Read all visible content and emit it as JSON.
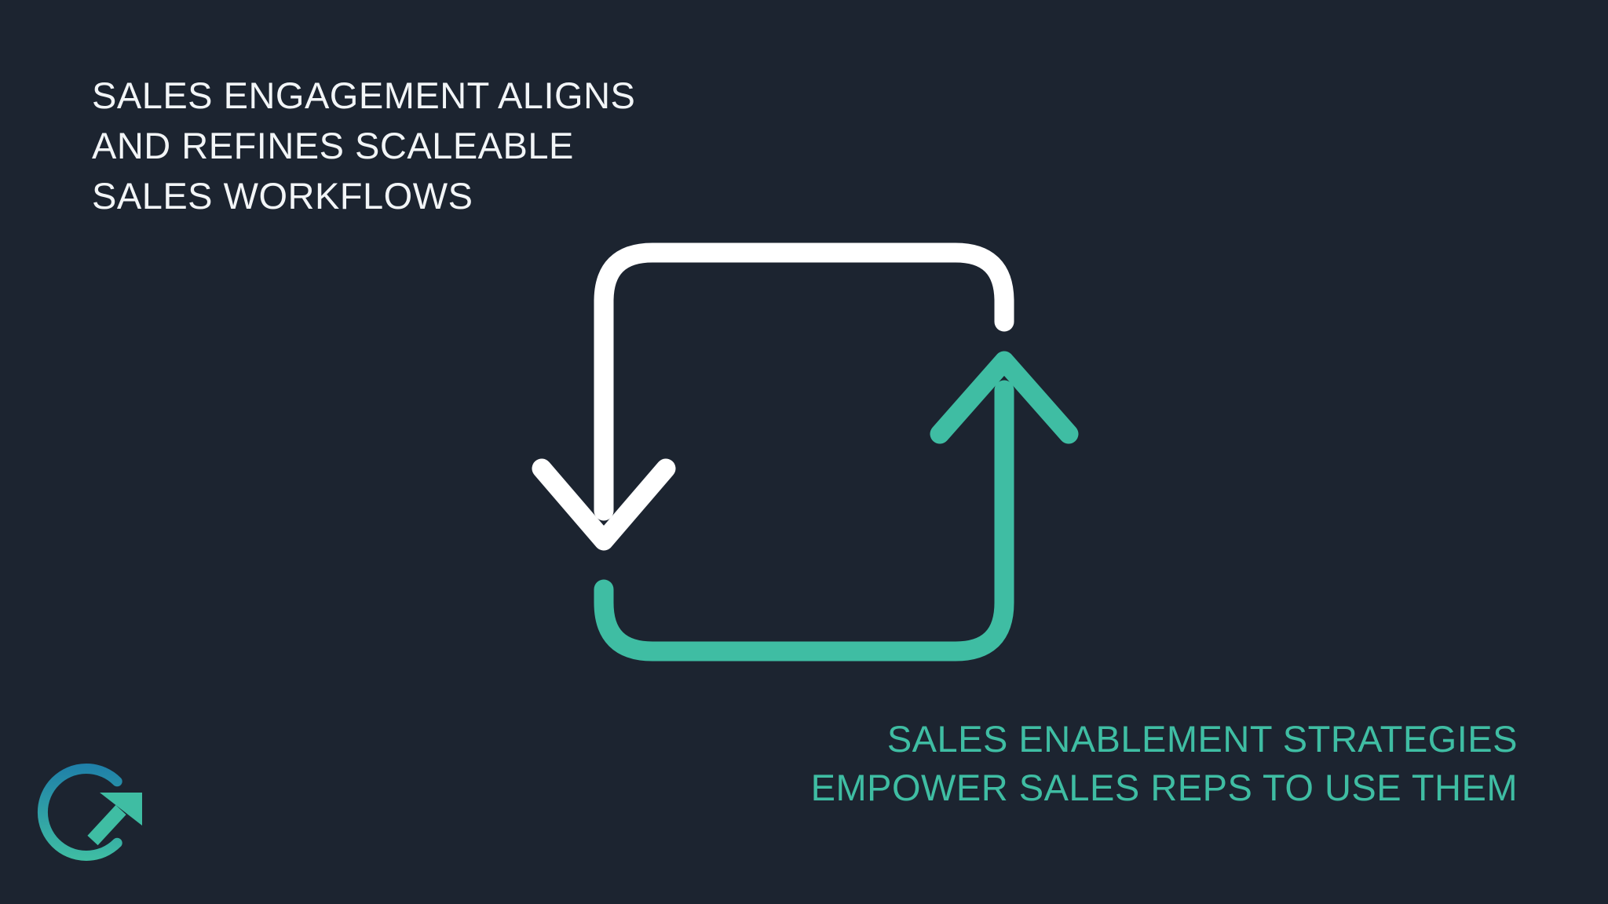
{
  "background": "#1C2430",
  "headline": {
    "color": "#F2F5F7",
    "lines": [
      "SALES ENGAGEMENT ALIGNS",
      "AND REFINES SCALEABLE",
      "SALES WORKFLOWS"
    ]
  },
  "caption": {
    "color": "#3FBDA3",
    "lines": [
      "SALES ENABLEMENT STRATEGIES",
      "EMPOWER SALES REPS TO USE THEM"
    ]
  },
  "loop_icon": {
    "name": "cycle-sync-arrows",
    "down_arrow_color": "#FFFFFF",
    "up_arrow_color": "#3FBDA3"
  },
  "logo": {
    "name": "circle-arrow-up-right",
    "ring_top_color": "#1F80A9",
    "ring_bottom_color": "#3FBDA3",
    "arrow_color": "#3FBDA3"
  }
}
